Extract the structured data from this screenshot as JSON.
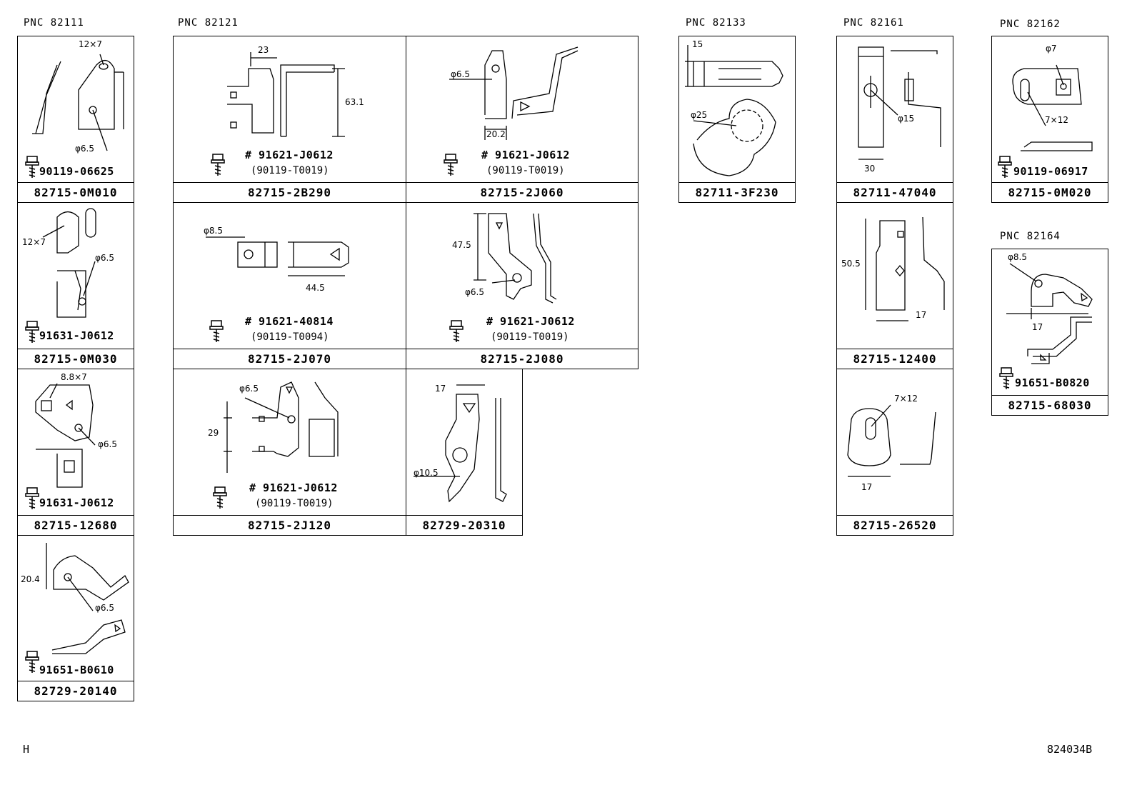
{
  "pnc_labels": [
    "PNC 82111",
    "PNC 82121",
    "PNC 82133",
    "PNC 82161",
    "PNC 82162",
    "PNC 82164"
  ],
  "cells": [
    {
      "part": "82715-0M010",
      "bolt": "90119-06625",
      "dims": [
        "12×7",
        "φ6.5"
      ]
    },
    {
      "part": "82715-0M030",
      "bolt": "91631-J0612",
      "dims": [
        "12×7",
        "φ6.5"
      ]
    },
    {
      "part": "82715-12680",
      "bolt": "91631-J0612",
      "dims": [
        "8.8×7",
        "φ6.5"
      ]
    },
    {
      "part": "82729-20140",
      "bolt": "91651-B0610",
      "dims": [
        "20.4",
        "φ6.5"
      ]
    },
    {
      "part": "82715-2B290",
      "bolt": "# 91621-J0612",
      "bolt_alt": "(90119-T0019)",
      "dims": [
        "23",
        "63.1"
      ]
    },
    {
      "part": "82715-2J060",
      "bolt": "# 91621-J0612",
      "bolt_alt": "(90119-T0019)",
      "dims": [
        "φ6.5",
        "20.2"
      ]
    },
    {
      "part": "82715-2J070",
      "bolt": "# 91621-40814",
      "bolt_alt": "(90119-T0094)",
      "dims": [
        "φ8.5",
        "44.5"
      ]
    },
    {
      "part": "82715-2J080",
      "bolt": "# 91621-J0612",
      "bolt_alt": "(90119-T0019)",
      "dims": [
        "47.5",
        "φ6.5"
      ]
    },
    {
      "part": "82715-2J120",
      "bolt": "# 91621-J0612",
      "bolt_alt": "(90119-T0019)",
      "dims": [
        "φ6.5",
        "29"
      ]
    },
    {
      "part": "82729-20310",
      "dims": [
        "17",
        "φ10.5"
      ]
    },
    {
      "part": "82711-3F230",
      "dims": [
        "15",
        "φ25"
      ]
    },
    {
      "part": "82711-47040",
      "dims": [
        "φ15",
        "30"
      ]
    },
    {
      "part": "82715-12400",
      "dims": [
        "50.5",
        "17"
      ]
    },
    {
      "part": "82715-26520",
      "dims": [
        "7×12",
        "17"
      ]
    },
    {
      "part": "82715-0M020",
      "bolt": "90119-06917",
      "dims": [
        "φ7",
        "7×12"
      ]
    },
    {
      "part": "82715-68030",
      "bolt": "91651-B0820",
      "dims": [
        "φ8.5",
        "17"
      ]
    }
  ],
  "footer": {
    "left": "H",
    "right": "824034B"
  },
  "icons": [
    "bolt-icon"
  ]
}
